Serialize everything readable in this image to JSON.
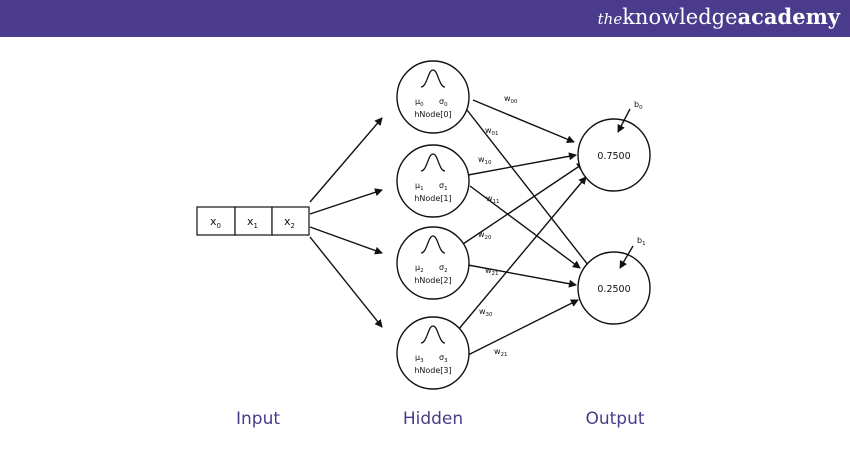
{
  "brand": {
    "prefix": "the",
    "middle": "knowledge",
    "suffix": "academy"
  },
  "labels": {
    "input": "Input",
    "hidden": "Hidden",
    "output": "Output"
  },
  "inputs": [
    {
      "base": "x",
      "sub": "0"
    },
    {
      "base": "x",
      "sub": "1"
    },
    {
      "base": "x",
      "sub": "2"
    }
  ],
  "hidden_nodes": [
    {
      "mu": "μ",
      "mu_sub": "0",
      "sigma": "σ",
      "sigma_sub": "0",
      "name": "hNode[0]"
    },
    {
      "mu": "μ",
      "mu_sub": "1",
      "sigma": "σ",
      "sigma_sub": "1",
      "name": "hNode[1]"
    },
    {
      "mu": "μ",
      "mu_sub": "2",
      "sigma": "σ",
      "sigma_sub": "2",
      "name": "hNode[2]"
    },
    {
      "mu": "μ",
      "mu_sub": "3",
      "sigma": "σ",
      "sigma_sub": "3",
      "name": "hNode[3]"
    }
  ],
  "outputs": [
    {
      "value": "0.7500",
      "bias": "b",
      "bias_sub": "0"
    },
    {
      "value": "0.2500",
      "bias": "b",
      "bias_sub": "1"
    }
  ],
  "weights": [
    {
      "base": "w",
      "sub": "00"
    },
    {
      "base": "w",
      "sub": "01"
    },
    {
      "base": "w",
      "sub": "10"
    },
    {
      "base": "w",
      "sub": "11"
    },
    {
      "base": "w",
      "sub": "20"
    },
    {
      "base": "w",
      "sub": "21"
    },
    {
      "base": "w",
      "sub": "30"
    },
    {
      "base": "w",
      "sub": "21"
    }
  ],
  "colors": {
    "brand_bar": "#4a3b8c",
    "label": "#4a3b8c",
    "stroke": "#111111"
  }
}
